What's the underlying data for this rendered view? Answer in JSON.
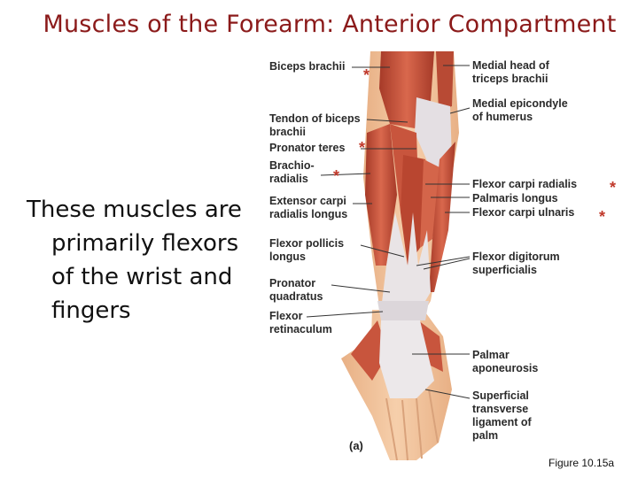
{
  "title": "Muscles of the Forearm: Anterior Compartment",
  "body_text": {
    "lines": [
      "These muscles are",
      "primarily flexors",
      "of the wrist and",
      "fingers"
    ]
  },
  "figure": {
    "left_labels": [
      {
        "line1": "Biceps brachii",
        "line2": "",
        "starred": true
      },
      {
        "line1": "Tendon of biceps",
        "line2": "brachii",
        "starred": false
      },
      {
        "line1": "Pronator teres",
        "line2": "",
        "starred": true
      },
      {
        "line1": "Brachio-",
        "line2": "radialis",
        "starred": true
      },
      {
        "line1": "Extensor carpi",
        "line2": "radialis longus",
        "starred": false
      },
      {
        "line1": "Flexor pollicis",
        "line2": "longus",
        "starred": false
      },
      {
        "line1": "Pronator",
        "line2": "quadratus",
        "starred": false
      },
      {
        "line1": "Flexor",
        "line2": "retinaculum",
        "starred": false
      }
    ],
    "right_labels": [
      {
        "line1": "Medial head of",
        "line2": "triceps brachii",
        "starred": false
      },
      {
        "line1": "Medial epicondyle",
        "line2": "of humerus",
        "starred": false
      },
      {
        "line1": "Flexor carpi radialis",
        "line2": "",
        "starred": true
      },
      {
        "line1": "Palmaris longus",
        "line2": "",
        "starred": false
      },
      {
        "line1": "Flexor carpi ulnaris",
        "line2": "",
        "starred": true
      },
      {
        "line1": "Flexor digitorum",
        "line2": "superficialis",
        "starred": false
      },
      {
        "line1": "Palmar",
        "line2": "aponeurosis",
        "starred": false
      },
      {
        "line1": "Superficial",
        "line2": "transverse",
        "line3": "ligament of",
        "line4": "palm",
        "starred": false
      }
    ],
    "star_symbol": "*",
    "panel_letter": "(a)",
    "caption": "Figure 10.15a"
  },
  "colors": {
    "title": "#8b1a1a",
    "muscle": "#c8553d",
    "muscle_dark": "#a63a28",
    "tendon": "#e9e4e6",
    "skin": "#f1c39c",
    "star": "#c0392b"
  }
}
